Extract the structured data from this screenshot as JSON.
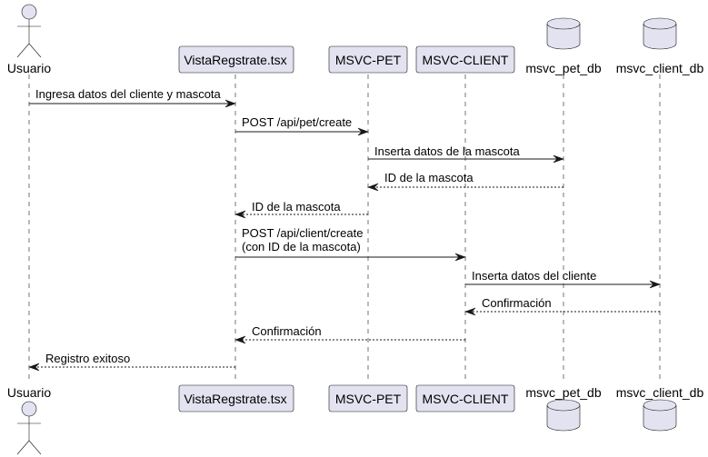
{
  "participants": [
    {
      "id": "usuario",
      "kind": "actor",
      "name": "Usuario"
    },
    {
      "id": "vista",
      "kind": "box",
      "name": "VistaRegstrate.tsx"
    },
    {
      "id": "pet",
      "kind": "box",
      "name": "MSVC-PET"
    },
    {
      "id": "client",
      "kind": "box",
      "name": "MSVC-CLIENT"
    },
    {
      "id": "petdb",
      "kind": "database",
      "name": "msvc_pet_db"
    },
    {
      "id": "clientdb",
      "kind": "database",
      "name": "msvc_client_db"
    }
  ],
  "messages": [
    {
      "from": "usuario",
      "to": "vista",
      "style": "solid",
      "lines": [
        "Ingresa datos del cliente y mascota"
      ]
    },
    {
      "from": "vista",
      "to": "pet",
      "style": "solid",
      "lines": [
        "POST /api/pet/create"
      ]
    },
    {
      "from": "pet",
      "to": "petdb",
      "style": "solid",
      "lines": [
        "Inserta datos de la mascota"
      ]
    },
    {
      "from": "petdb",
      "to": "pet",
      "style": "dashed",
      "lines": [
        "ID de la mascota"
      ]
    },
    {
      "from": "pet",
      "to": "vista",
      "style": "dashed",
      "lines": [
        "ID de la mascota"
      ]
    },
    {
      "from": "vista",
      "to": "client",
      "style": "solid",
      "lines": [
        "POST /api/client/create",
        "(con ID de la mascota)"
      ]
    },
    {
      "from": "client",
      "to": "clientdb",
      "style": "solid",
      "lines": [
        "Inserta datos del cliente"
      ]
    },
    {
      "from": "clientdb",
      "to": "client",
      "style": "dashed",
      "lines": [
        "Confirmación"
      ]
    },
    {
      "from": "client",
      "to": "vista",
      "style": "dashed",
      "lines": [
        "Confirmación"
      ]
    },
    {
      "from": "vista",
      "to": "usuario",
      "style": "dashed",
      "lines": [
        "Registro exitoso"
      ]
    }
  ],
  "colors": {
    "participant_fill": "#E2E2F0",
    "participant_border": "#181818",
    "lifeline": "#181818",
    "arrow": "#181818"
  }
}
